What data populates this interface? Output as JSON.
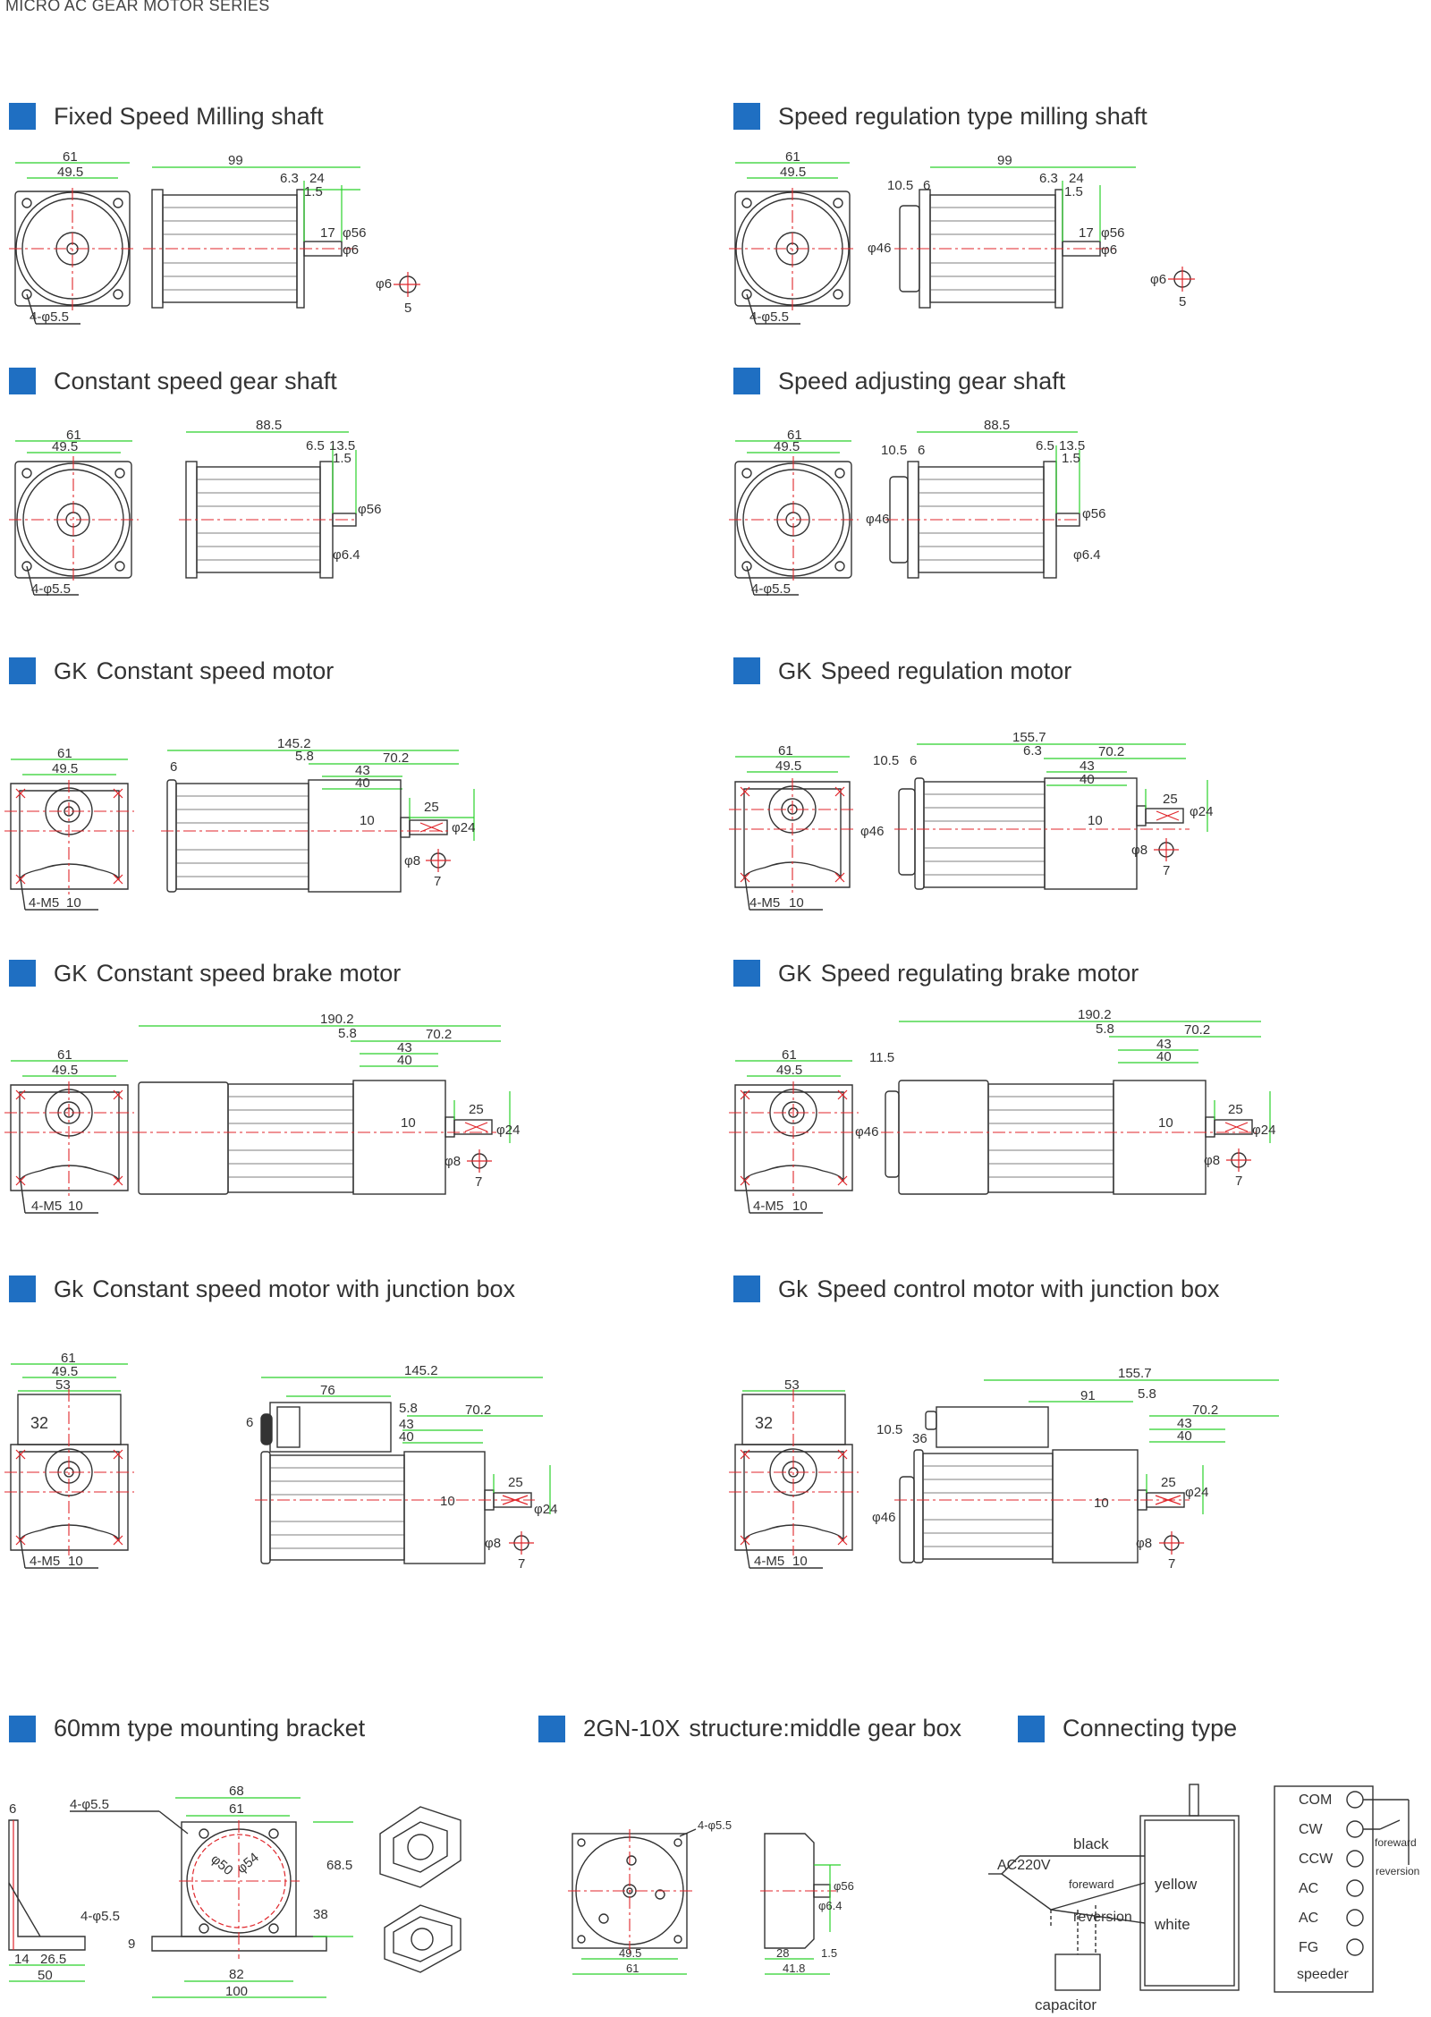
{
  "series_title": "MICRO AC GEAR MOTOR SERIES",
  "sections": [
    {
      "prefix": "",
      "title": "Fixed Speed Milling shaft"
    },
    {
      "prefix": "",
      "title": "Speed regulation type milling shaft"
    },
    {
      "prefix": "",
      "title": "Constant speed gear shaft"
    },
    {
      "prefix": "",
      "title": "Speed adjusting gear shaft"
    },
    {
      "prefix": "GK",
      "title": "Constant  speed motor"
    },
    {
      "prefix": "GK",
      "title": "Speed regulation motor"
    },
    {
      "prefix": "GK",
      "title": "Constant speed brake motor"
    },
    {
      "prefix": "GK",
      "title": "Speed regulating brake motor"
    },
    {
      "prefix": "Gk",
      "title": "Constant speed motor with junction box"
    },
    {
      "prefix": "Gk",
      "title": "Speed control motor with junction box"
    }
  ],
  "bottom_sections": [
    {
      "prefix": "",
      "title": "60mm type mounting bracket"
    },
    {
      "prefix": "2GN-10X",
      "title": "structure:middle gear box"
    },
    {
      "prefix": "",
      "title": "Connecting type"
    }
  ],
  "dims": {
    "flange_w": "61",
    "flange_hole": "49.5",
    "holes_55": "4-φ5.5",
    "holes_m5": "4-M5",
    "depth_10": "10",
    "len_99": "99",
    "d63": "6.3",
    "d24": "24",
    "d15": "1.5",
    "d17": "17",
    "phi56": "φ56",
    "phi6": "φ6",
    "d5": "5",
    "d105": "10.5",
    "d6": "6",
    "phi46": "φ46",
    "len_885": "88.5",
    "d65": "6.5",
    "d135": "13.5",
    "phi64": "φ6.4",
    "len_1452": "145.2",
    "len_1557": "155.7",
    "len_1902": "190.2",
    "d58": "5.8",
    "d702": "70.2",
    "d43": "43",
    "d40": "40",
    "d25": "25",
    "phi24": "φ24",
    "phi8": "φ8",
    "d7": "7",
    "d115": "11.5",
    "d53": "53",
    "d32": "32",
    "d76": "76",
    "d91": "91",
    "d36": "36"
  },
  "bracket": {
    "labels": [
      "6",
      "4-φ5.5",
      "68",
      "61",
      "φ50",
      "φ54",
      "68.5",
      "38",
      "4-φ5.5",
      "9",
      "14",
      "26.5",
      "50",
      "82",
      "100"
    ]
  },
  "gearbox": {
    "labels": [
      "4-φ5.5",
      "49.5",
      "61",
      "φ56",
      "φ6.4",
      "28",
      "41.8",
      "1.5"
    ]
  },
  "wiring": {
    "supply": "AC220V",
    "black": "black",
    "foreward": "foreward",
    "reversion": "reversion",
    "yellow": "yellow",
    "white": "white",
    "capacitor": "capacitor",
    "terminals": [
      "COM",
      "CW",
      "CCW",
      "AC",
      "AC",
      "FG"
    ],
    "speeder": "speeder",
    "sw_foreward": "foreward",
    "sw_reversion": "reversion"
  },
  "colors": {
    "accent": "#1f6fc2",
    "dimension": "#2bd12b",
    "centerline": "#e0262b"
  }
}
